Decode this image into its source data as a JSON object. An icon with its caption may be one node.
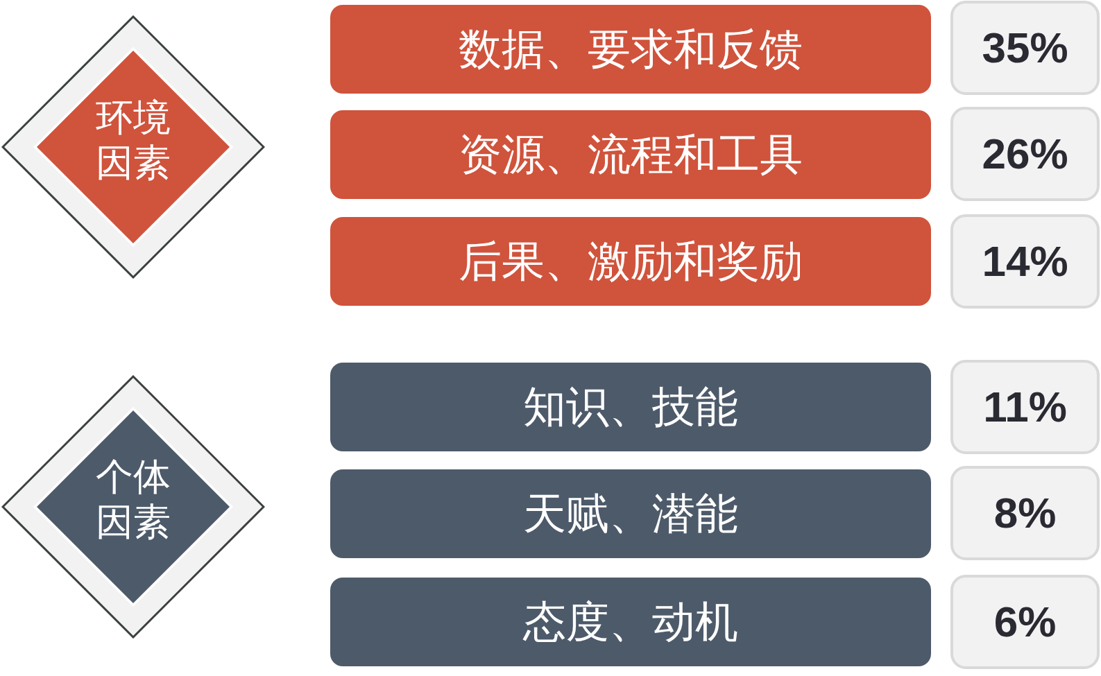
{
  "diagram": {
    "nodes": [
      {
        "text": [
          "环境因素"
        ]
      },
      {
        "text": [
          "数据、要求和反馈"
        ]
      },
      {
        "text": [
          "35%"
        ]
      },
      {
        "text": [
          "资源、流程和工具"
        ]
      },
      {
        "text": [
          "26%"
        ]
      },
      {
        "text": [
          "后果、激励和奖励"
        ]
      },
      {
        "text": [
          "14%"
        ]
      },
      {
        "text": [
          "个体因素"
        ]
      },
      {
        "text": [
          "知识、技能"
        ]
      },
      {
        "text": [
          "11%"
        ]
      },
      {
        "text": [
          "天赋、潜能"
        ]
      },
      {
        "text": [
          "8%"
        ]
      },
      {
        "text": [
          "态度、动机"
        ]
      },
      {
        "text": [
          "6%"
        ]
      }
    ]
  }
}
